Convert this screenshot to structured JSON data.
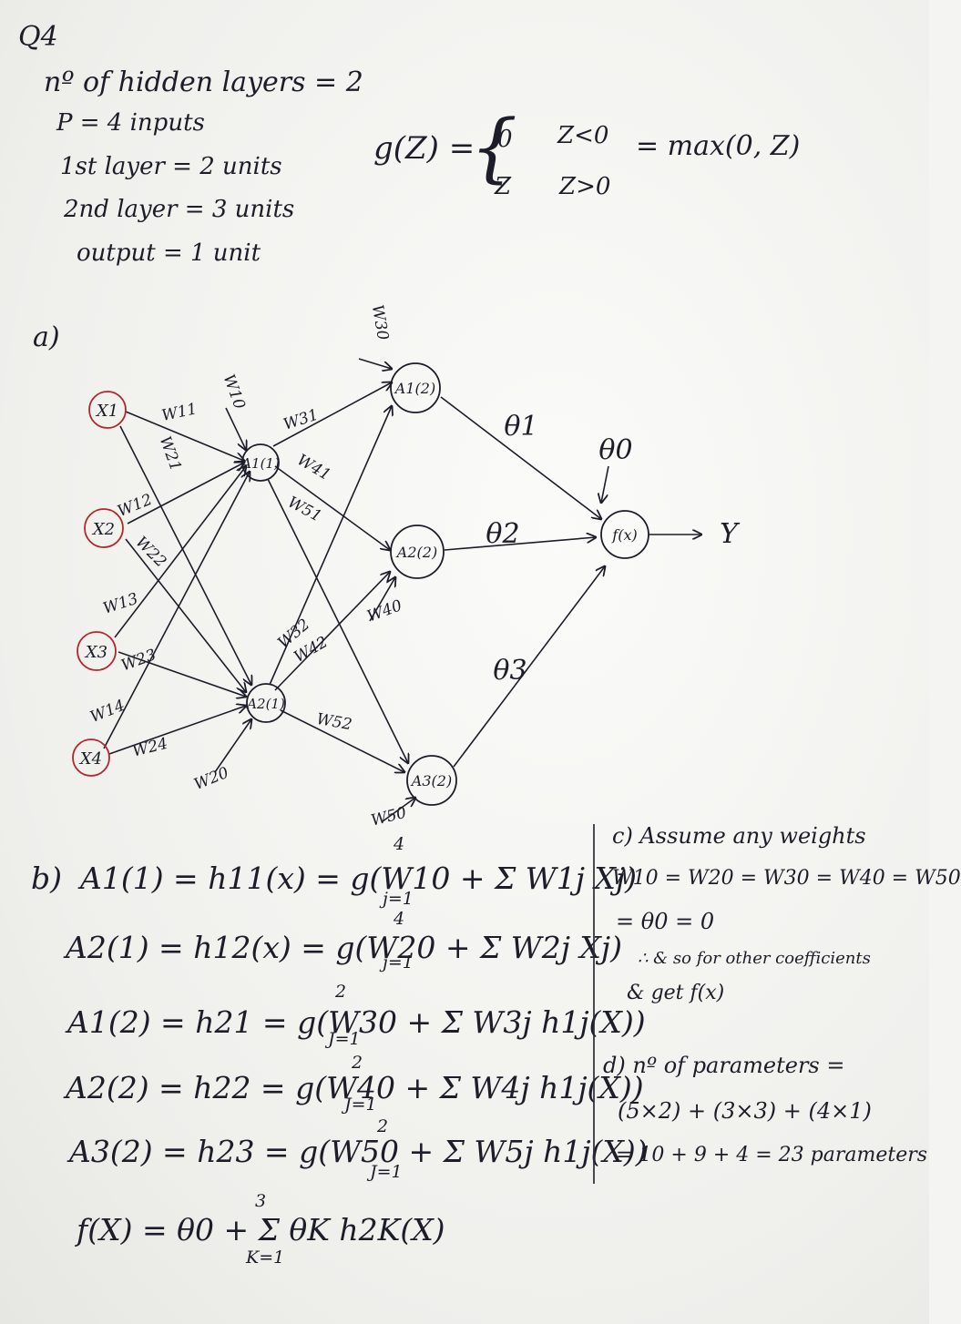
{
  "header": {
    "question": "Q4",
    "spec_lines": [
      "nº of hidden layers = 2",
      "P = 4 inputs",
      "1st layer = 2 units",
      "2nd layer = 3 units",
      "output = 1 unit"
    ]
  },
  "activation": {
    "lhs": "g(Z) =",
    "case_1_value": "0",
    "case_1_cond": "Z<0",
    "case_2_value": "Z",
    "case_2_cond": "Z>0",
    "rhs": "= max(0, Z)"
  },
  "part_a": {
    "label": "a)",
    "nodes": {
      "x1": "X1",
      "x2": "X2",
      "x3": "X3",
      "x4": "X4",
      "a11": "A1(1)",
      "a21": "A2(1)",
      "a12": "A1(2)",
      "a22": "A2(2)",
      "a32": "A3(2)",
      "out": "f(x)",
      "y": "Y"
    },
    "weights": {
      "w11": "W11",
      "w21": "W21",
      "w12": "W12",
      "w22": "W22",
      "w13": "W13",
      "w23": "W23",
      "w14": "W14",
      "w24": "W24",
      "w10": "W10",
      "w20": "W20",
      "w31": "W31",
      "w41": "W41",
      "w51": "W51",
      "w32": "W32",
      "w42": "W42",
      "w52": "W52",
      "w30": "W30",
      "w40": "W40",
      "w50": "W50",
      "theta1": "θ1",
      "theta2": "θ2",
      "theta3": "θ3",
      "theta0": "θ0"
    }
  },
  "part_b": {
    "label": "b)",
    "eq1": "A1(1) = h11(x) = g(W10 + Σ W1j Xj)",
    "eq1_lim": {
      "top": "4",
      "bottom": "j=1"
    },
    "eq2": "A2(1) = h12(x) = g(W20 + Σ W2j Xj)",
    "eq2_lim": {
      "top": "4",
      "bottom": "j=1"
    },
    "eq3": "A1(2) = h21 = g(W30 + Σ W3j h1j(X))",
    "eq3_lim": {
      "top": "2",
      "bottom": "J=1"
    },
    "eq4": "A2(2) = h22 = g(W40 + Σ W4j h1j(X))",
    "eq4_lim": {
      "top": "2",
      "bottom": "J=1"
    },
    "eq5": "A3(2) = h23 = g(W50 + Σ W5j h1j(X))",
    "eq5_lim": {
      "top": "2",
      "bottom": "J=1"
    },
    "eq6": "f(X) = θ0 + Σ θK h2K(X)",
    "eq6_lim": {
      "top": "3",
      "bottom": "K=1"
    }
  },
  "part_c": {
    "lines": [
      "c) Assume any weights",
      "W10 = W20 = W30 = W40 = W50",
      "= θ0 = 0",
      "∴ & so for other coefficients",
      "& get f(x)"
    ]
  },
  "part_d": {
    "lines": [
      "d) nº of parameters =",
      "(5×2) + (3×3) + (4×1)",
      "= 10 + 9 + 4 = 23 parameters"
    ]
  },
  "colors": {
    "ink": "#1d1d2a",
    "input_ring": "#b3262c",
    "paper": "#f4f4f2"
  }
}
